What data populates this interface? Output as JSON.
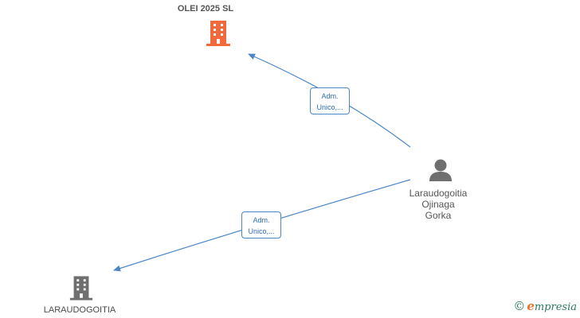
{
  "nodes": {
    "company_top": {
      "name": "OLEI 2025  SL",
      "color": "#f26a3c"
    },
    "company_bottom": {
      "name": "LARAUDOGOITIA",
      "color": "#6f6f6f"
    },
    "person": {
      "line1": "Laraudogoitia",
      "line2": "Ojinaga",
      "line3": "Gorka",
      "color": "#6f6f6f"
    }
  },
  "edges": [
    {
      "line1": "Adm.",
      "line2": "Unico,..."
    },
    {
      "line1": "Adm.",
      "line2": "Unico,..."
    }
  ],
  "brand": {
    "copyright": "©",
    "first_letter": "e",
    "rest": "mpresia"
  },
  "colors": {
    "edge": "#4a86c8"
  }
}
